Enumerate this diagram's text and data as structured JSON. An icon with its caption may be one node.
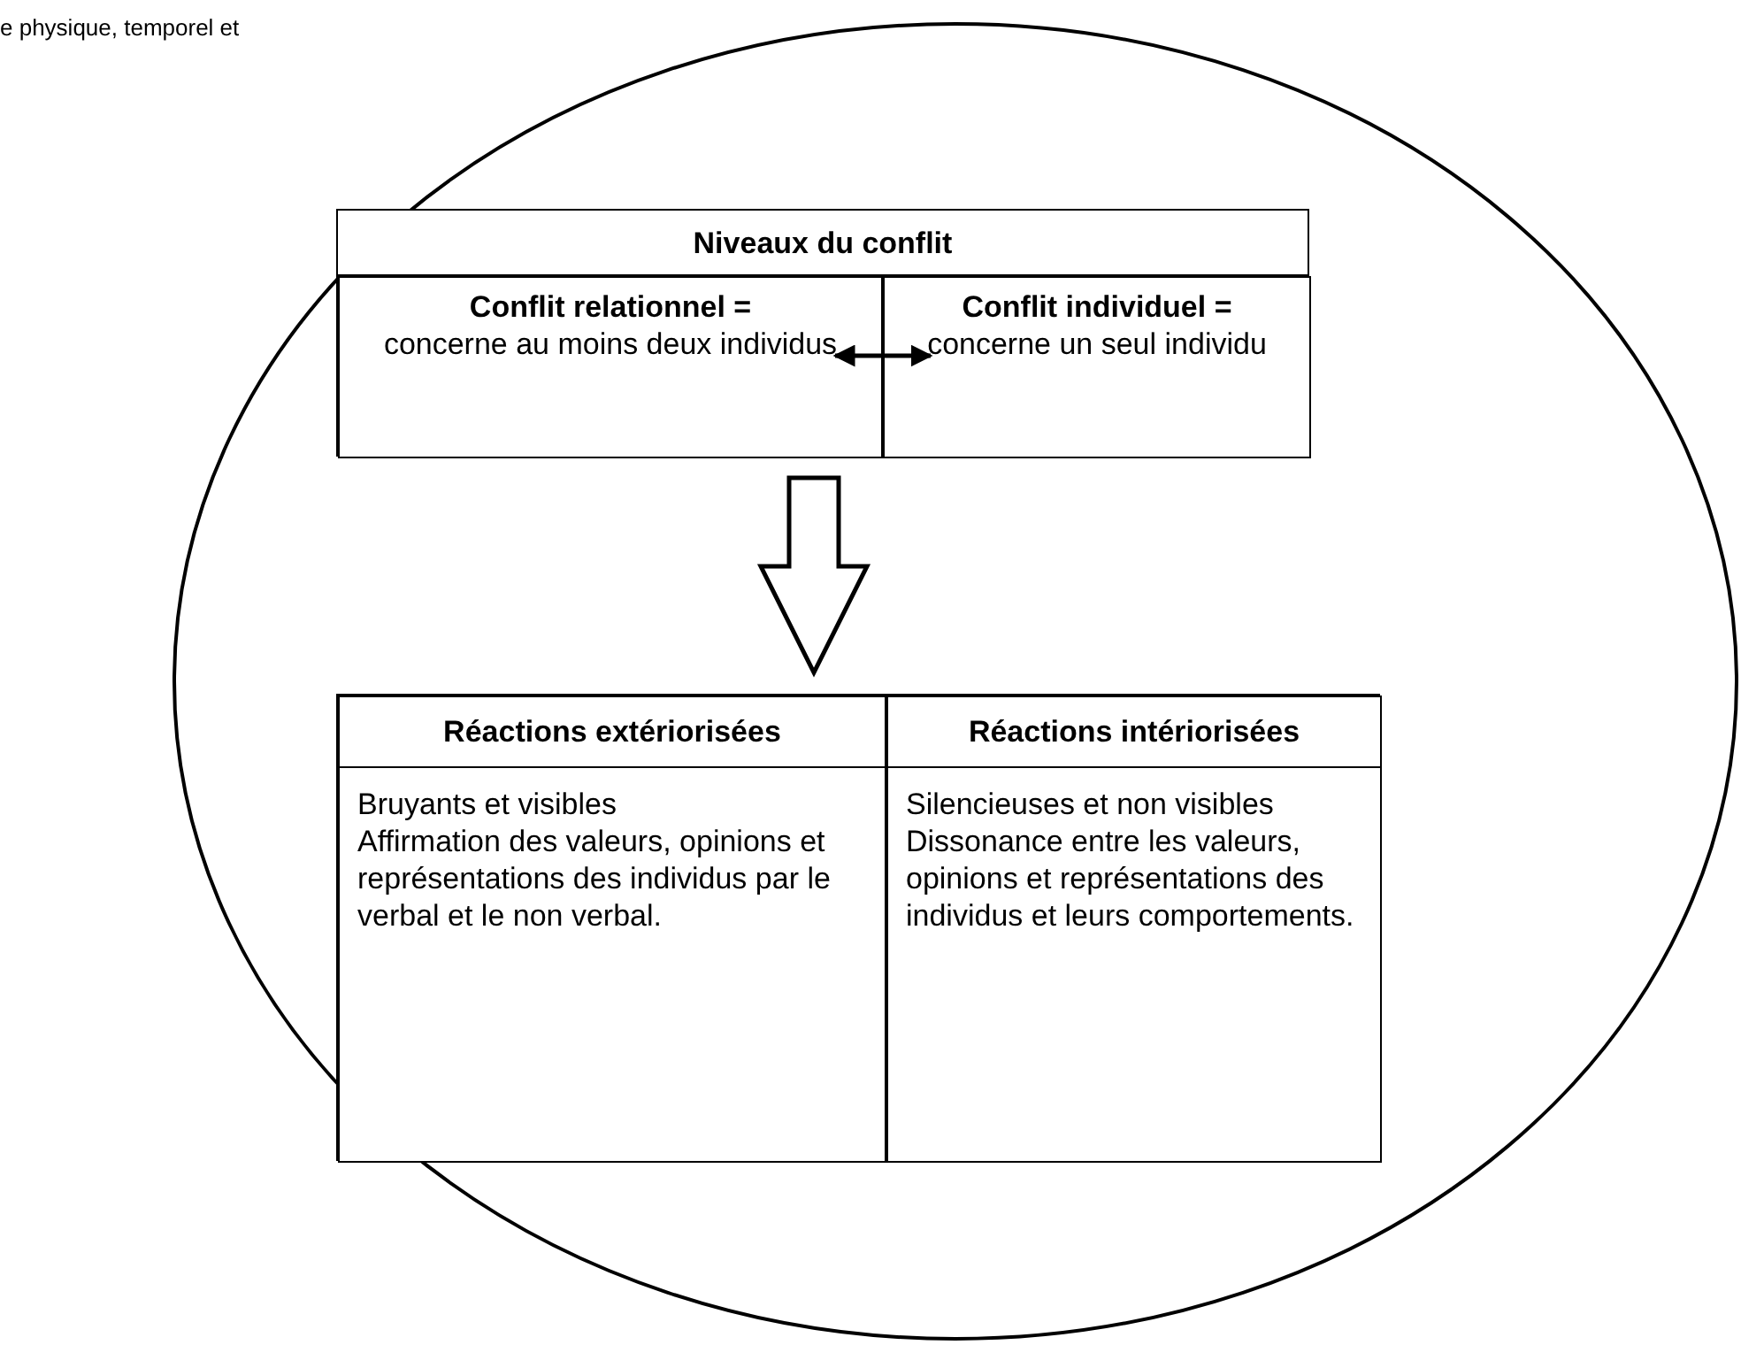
{
  "diagram": {
    "nodes": [
      {
        "text": [],
        "shape": "circle"
      },
      {
        "text": [
          "Niveaux du conflit"
        ],
        "in": 0
      },
      {
        "text": [
          "Conflit relationnel =",
          "concerne au moins deux individus"
        ],
        "in": 1
      },
      {
        "text": [
          "Conflit individuel =",
          "concerne un seul individu"
        ],
        "in": 1
      },
      {
        "text": [],
        "shape": "box",
        "in": 0
      },
      {
        "text": [
          "Réactions extériorisées",
          "Bruyants et visibles",
          "Affirmation des valeurs, opinions et représentations des individus par le verbal et le non verbal."
        ],
        "in": 4
      },
      {
        "text": [
          "Réactions intériorisées",
          "Silencieuses et non visibles",
          "Dissonance entre les valeurs, opinions et représentations des individus et leurs comportements."
        ],
        "in": 4
      }
    ],
    "edges": [
      {
        "from": 2,
        "to": 3,
        "arrow": "both"
      },
      {
        "from": 1,
        "to": 4,
        "arrow": "to",
        "style": "thick"
      }
    ],
    "labels": [
      "e physique, temporel et"
    ]
  }
}
